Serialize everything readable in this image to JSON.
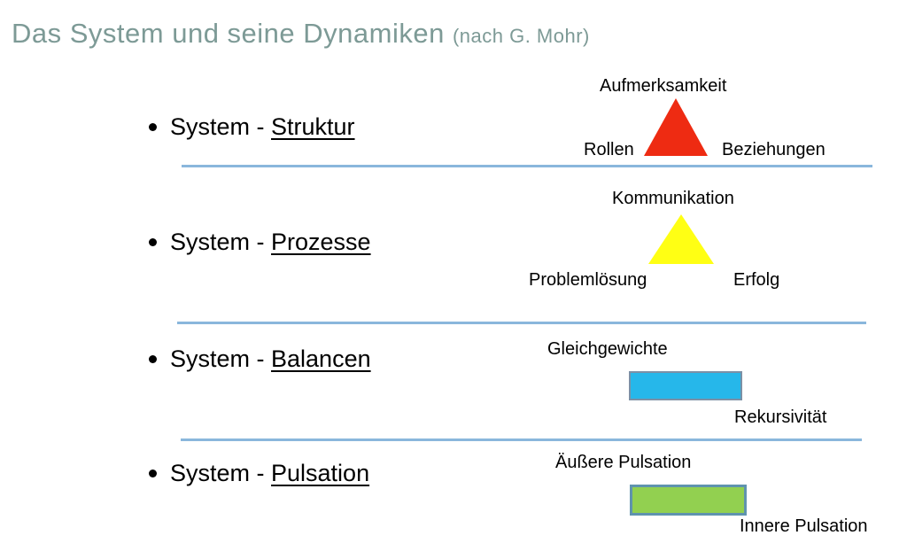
{
  "title": {
    "main": "Das System und seine Dynamiken",
    "suffix": "(nach G. Mohr)"
  },
  "bullets": [
    {
      "prefix": "System - ",
      "term": "Struktur"
    },
    {
      "prefix": "System - ",
      "term": "Prozesse"
    },
    {
      "prefix": "System - ",
      "term": "Balancen"
    },
    {
      "prefix": "System - ",
      "term": "Pulsation"
    }
  ],
  "diagrams": {
    "struktur": {
      "shape": "triangle",
      "fill_color": "#ee2b12",
      "top_label": "Aufmerksamkeit",
      "left_label": "Rollen",
      "right_label": "Beziehungen"
    },
    "prozesse": {
      "shape": "triangle",
      "fill_color": "#ffff14",
      "top_label": "Kommunikation",
      "left_label": "Problemlösung",
      "right_label": "Erfolg"
    },
    "balancen": {
      "shape": "rectangle",
      "fill_color": "#26b7ea",
      "border_color": "#7b90a6",
      "top_label": "Gleichgewichte",
      "bottom_label": "Rekursivität"
    },
    "pulsation": {
      "shape": "rectangle",
      "fill_color": "#92d050",
      "border_color": "#5f93ae",
      "top_label": "Äußere Pulsation",
      "bottom_label": "Innere Pulsation"
    }
  },
  "colors": {
    "title_text": "#7d9a96",
    "body_text": "#000000",
    "separator_line": "#8ab7dc",
    "triangle_red": "#ee2b12",
    "triangle_yellow": "#ffff14",
    "rect_cyan": "#26b7ea",
    "rect_green": "#92d050"
  }
}
